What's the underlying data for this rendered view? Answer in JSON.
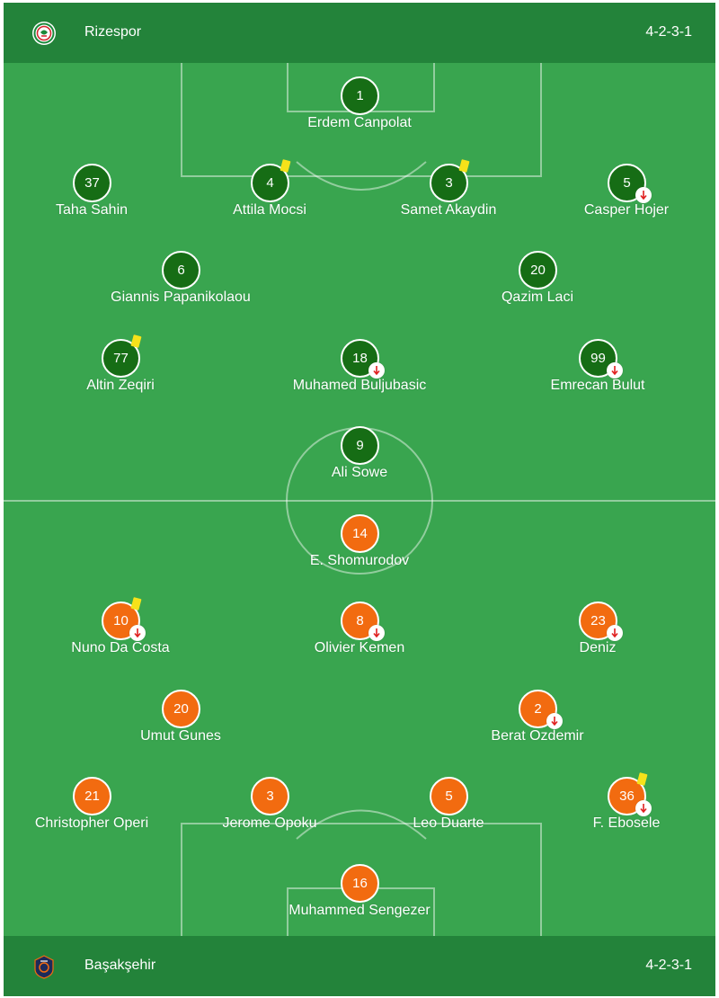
{
  "home_team": {
    "name": "Rizespor",
    "formation": "4-2-3-1",
    "logo_icon": "rizespor-crest-icon",
    "kit_color": "#166d15"
  },
  "away_team": {
    "name": "Başakşehir",
    "formation": "4-2-3-1",
    "logo_icon": "basaksehir-crest-icon",
    "kit_color": "#f26b10"
  },
  "home_players": [
    {
      "number": "1",
      "name": "Erdem Canpolat",
      "yellow_card": false,
      "subbed_off": false
    },
    {
      "number": "37",
      "name": "Taha Sahin",
      "yellow_card": false,
      "subbed_off": false
    },
    {
      "number": "4",
      "name": "Attila Mocsi",
      "yellow_card": true,
      "subbed_off": false
    },
    {
      "number": "3",
      "name": "Samet Akaydin",
      "yellow_card": true,
      "subbed_off": false
    },
    {
      "number": "5",
      "name": "Casper Hojer",
      "yellow_card": false,
      "subbed_off": true
    },
    {
      "number": "6",
      "name": "Giannis Papanikolaou",
      "yellow_card": false,
      "subbed_off": false
    },
    {
      "number": "20",
      "name": "Qazim Laci",
      "yellow_card": false,
      "subbed_off": false
    },
    {
      "number": "77",
      "name": "Altin Zeqiri",
      "yellow_card": true,
      "subbed_off": false
    },
    {
      "number": "18",
      "name": "Muhamed Buljubasic",
      "yellow_card": false,
      "subbed_off": true
    },
    {
      "number": "99",
      "name": "Emrecan Bulut",
      "yellow_card": false,
      "subbed_off": true
    },
    {
      "number": "9",
      "name": "Ali Sowe",
      "yellow_card": false,
      "subbed_off": false
    }
  ],
  "away_players": [
    {
      "number": "14",
      "name": "E. Shomurodov",
      "yellow_card": false,
      "subbed_off": false
    },
    {
      "number": "10",
      "name": "Nuno Da Costa",
      "yellow_card": true,
      "subbed_off": true
    },
    {
      "number": "8",
      "name": "Olivier Kemen",
      "yellow_card": false,
      "subbed_off": true
    },
    {
      "number": "23",
      "name": "Deniz",
      "yellow_card": false,
      "subbed_off": true
    },
    {
      "number": "20",
      "name": "Umut Gunes",
      "yellow_card": false,
      "subbed_off": false
    },
    {
      "number": "2",
      "name": "Berat Ozdemir",
      "yellow_card": false,
      "subbed_off": true
    },
    {
      "number": "21",
      "name": "Christopher Operi",
      "yellow_card": false,
      "subbed_off": false
    },
    {
      "number": "3",
      "name": "Jerome Opoku",
      "yellow_card": false,
      "subbed_off": false
    },
    {
      "number": "5",
      "name": "Leo Duarte",
      "yellow_card": false,
      "subbed_off": false
    },
    {
      "number": "36",
      "name": "F. Ebosele",
      "yellow_card": true,
      "subbed_off": true
    },
    {
      "number": "16",
      "name": "Muhammed Sengezer",
      "yellow_card": false,
      "subbed_off": false
    }
  ],
  "icons": {
    "yellow_card": "yellow-card-icon",
    "substitution_out": "sub-out-arrow-icon"
  },
  "colors": {
    "pitch": "#39a54f",
    "header": "#23833a",
    "card": "#f6e21a",
    "sub_arrow": "#e02020"
  }
}
